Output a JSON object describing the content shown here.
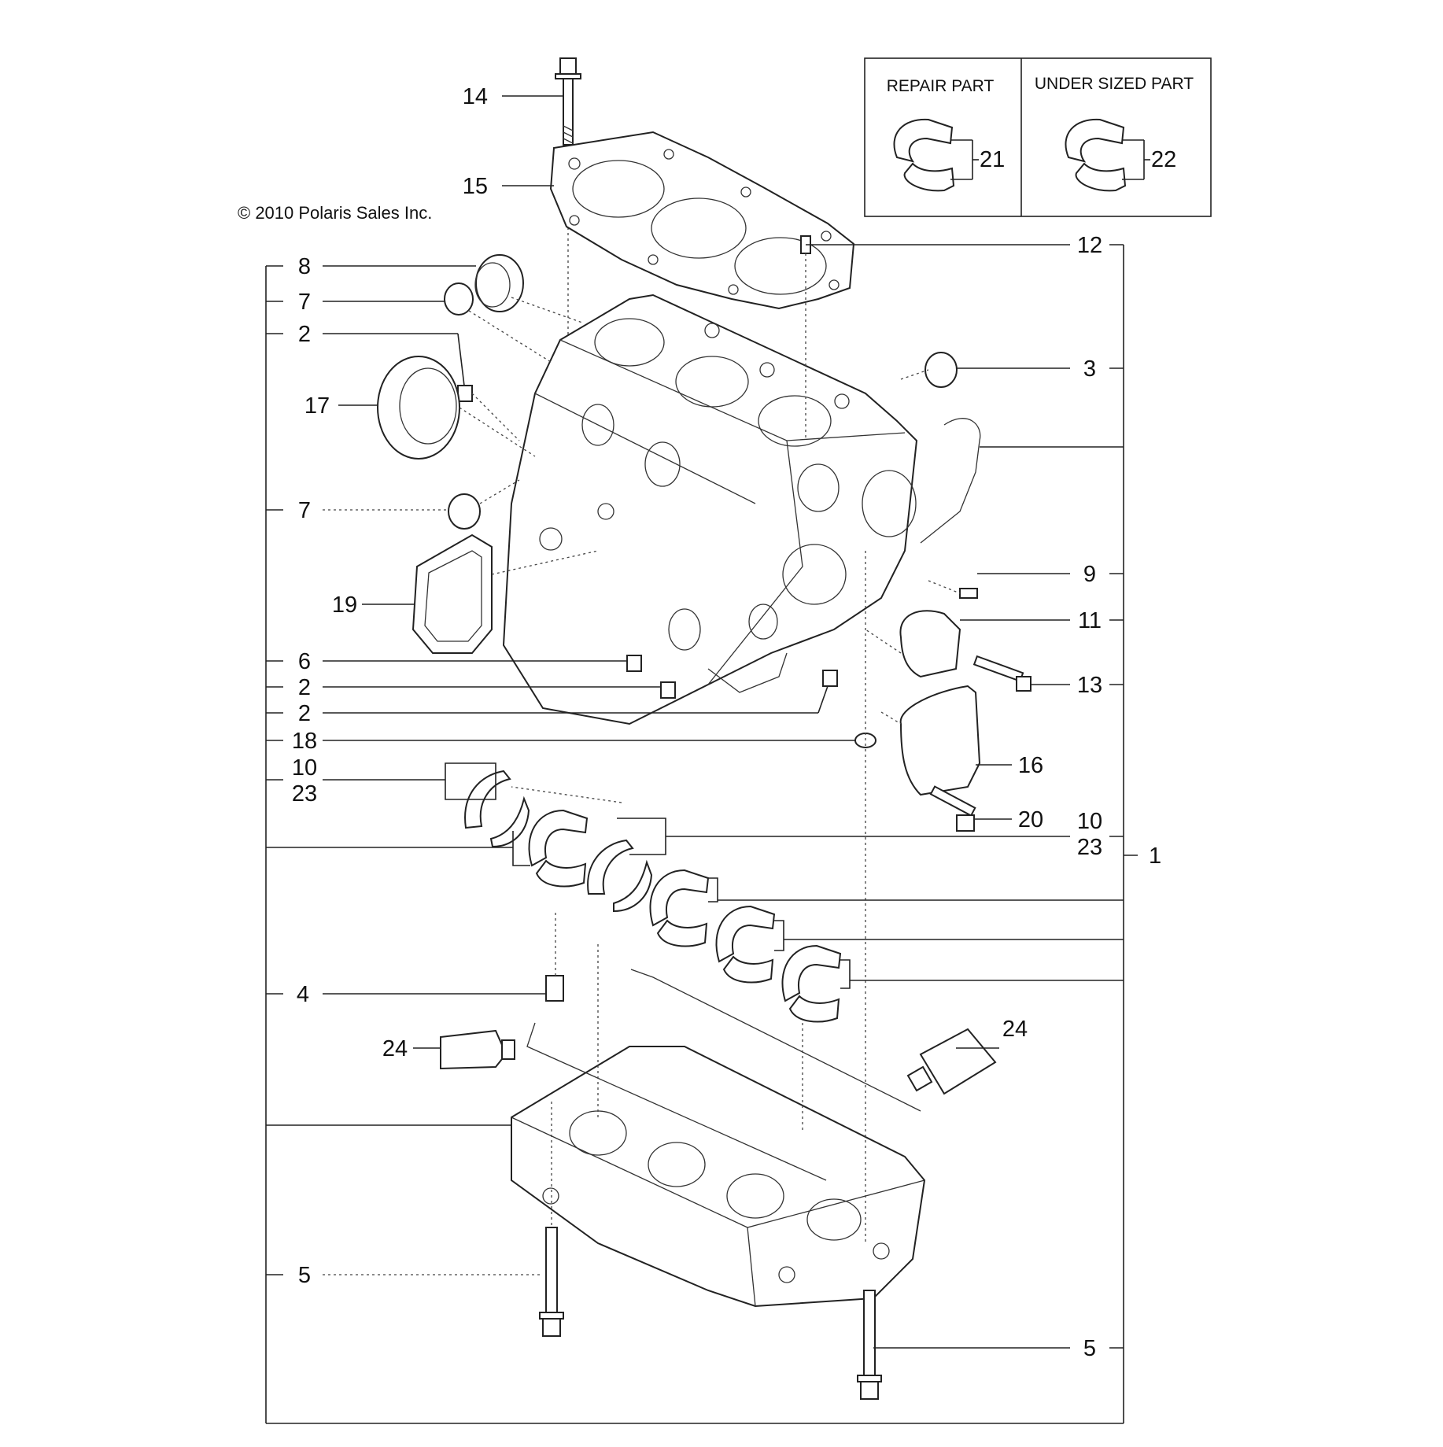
{
  "diagram": {
    "copyright": "© 2010 Polaris Sales Inc.",
    "inset": {
      "repair_part_label": "REPAIR PART",
      "under_sized_part_label": "UNDER SIZED PART",
      "repair_part_number": "21",
      "under_sized_part_number": "22"
    },
    "callouts": {
      "c14": "14",
      "c15": "15",
      "c8": "8",
      "c7a": "7",
      "c2a": "2",
      "c17": "17",
      "c7b": "7",
      "c19": "19",
      "c6": "6",
      "c2b": "2",
      "c2c": "2",
      "c18": "18",
      "c10a": "10",
      "c23a": "23",
      "c4": "4",
      "c24a": "24",
      "c5a": "5",
      "c12": "12",
      "c3": "3",
      "c9": "9",
      "c11": "11",
      "c13": "13",
      "c16": "16",
      "c20": "20",
      "c10b": "10",
      "c23b": "23",
      "c1": "1",
      "c24b": "24",
      "c5b": "5"
    }
  }
}
